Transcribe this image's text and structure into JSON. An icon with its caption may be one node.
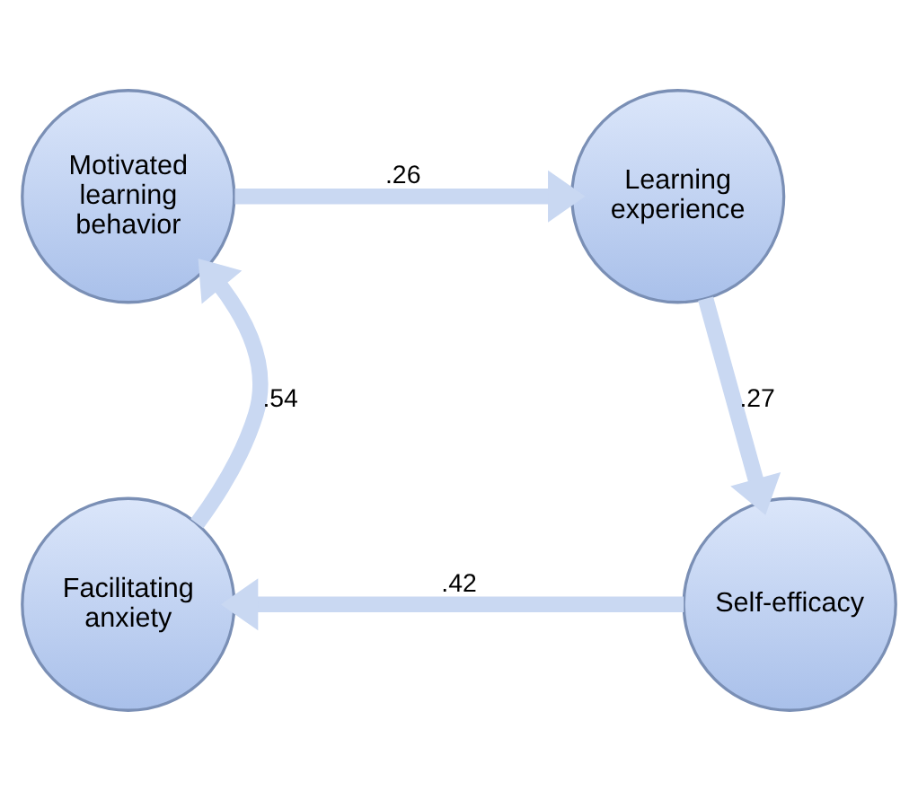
{
  "diagram": {
    "nodes": [
      {
        "text": [
          "Motivated learning behavior"
        ]
      },
      {
        "text": [
          "Learning experience"
        ]
      },
      {
        "text": [
          "Self-efficacy"
        ]
      },
      {
        "text": [
          "Facilitating anxiety"
        ]
      }
    ],
    "edges": [
      {
        "from": 0,
        "to": 1,
        "arrow": "to",
        "label": ".26"
      },
      {
        "from": 1,
        "to": 2,
        "arrow": "to",
        "label": ".27"
      },
      {
        "from": 2,
        "to": 3,
        "arrow": "to",
        "label": ".42"
      },
      {
        "from": 3,
        "to": 0,
        "arrow": "to",
        "label": ".54"
      }
    ]
  }
}
